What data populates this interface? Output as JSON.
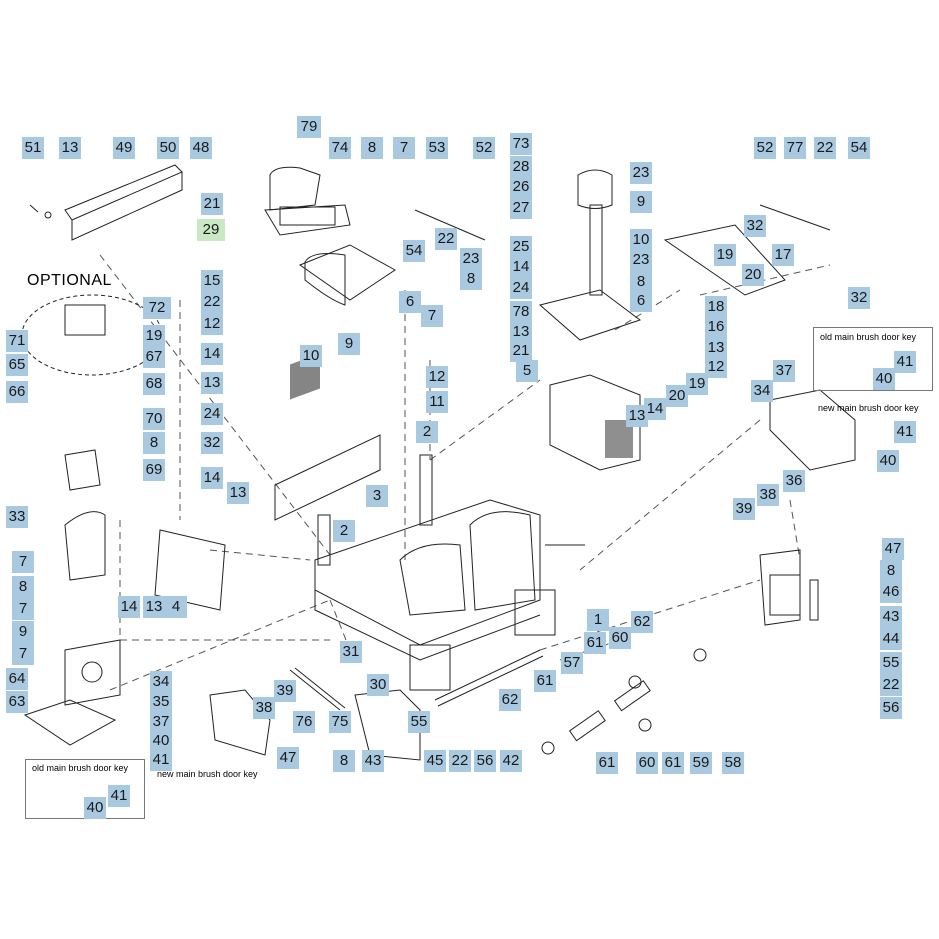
{
  "optional_label": "OPTIONAL",
  "notes": {
    "old_key": "old main brush door key",
    "new_key": "new main brush door key"
  },
  "callouts": [
    "51",
    "13",
    "49",
    "50",
    "48",
    "79",
    "74",
    "8",
    "7",
    "53",
    "52",
    "73",
    "28",
    "26",
    "27",
    "25",
    "14",
    "24",
    "78",
    "13",
    "21",
    "23",
    "9",
    "10",
    "23",
    "8",
    "6",
    "52",
    "77",
    "22",
    "54",
    "32",
    "19",
    "20",
    "17",
    "32",
    "18",
    "16",
    "13",
    "12",
    "19",
    "20",
    "14",
    "13",
    "5",
    "12",
    "11",
    "21",
    "29",
    "15",
    "22",
    "12",
    "6",
    "7",
    "9",
    "10",
    "54",
    "22",
    "23",
    "8",
    "72",
    "71",
    "65",
    "66",
    "19",
    "67",
    "68",
    "14",
    "13",
    "24",
    "32",
    "14",
    "13",
    "3",
    "2",
    "2",
    "70",
    "8",
    "69",
    "33",
    "7",
    "8",
    "7",
    "14",
    "13",
    "4",
    "9",
    "7",
    "64",
    "63",
    "31",
    "30",
    "34",
    "35",
    "37",
    "40",
    "41",
    "39",
    "38",
    "76",
    "75",
    "55",
    "47",
    "8",
    "43",
    "45",
    "22",
    "56",
    "42",
    "1",
    "62",
    "60",
    "61",
    "57",
    "61",
    "62",
    "61",
    "60",
    "61",
    "59",
    "58",
    "37",
    "34",
    "36",
    "38",
    "39",
    "41",
    "40",
    "41",
    "40",
    "47",
    "8",
    "46",
    "43",
    "44",
    "55",
    "22",
    "56",
    "41",
    "40"
  ]
}
